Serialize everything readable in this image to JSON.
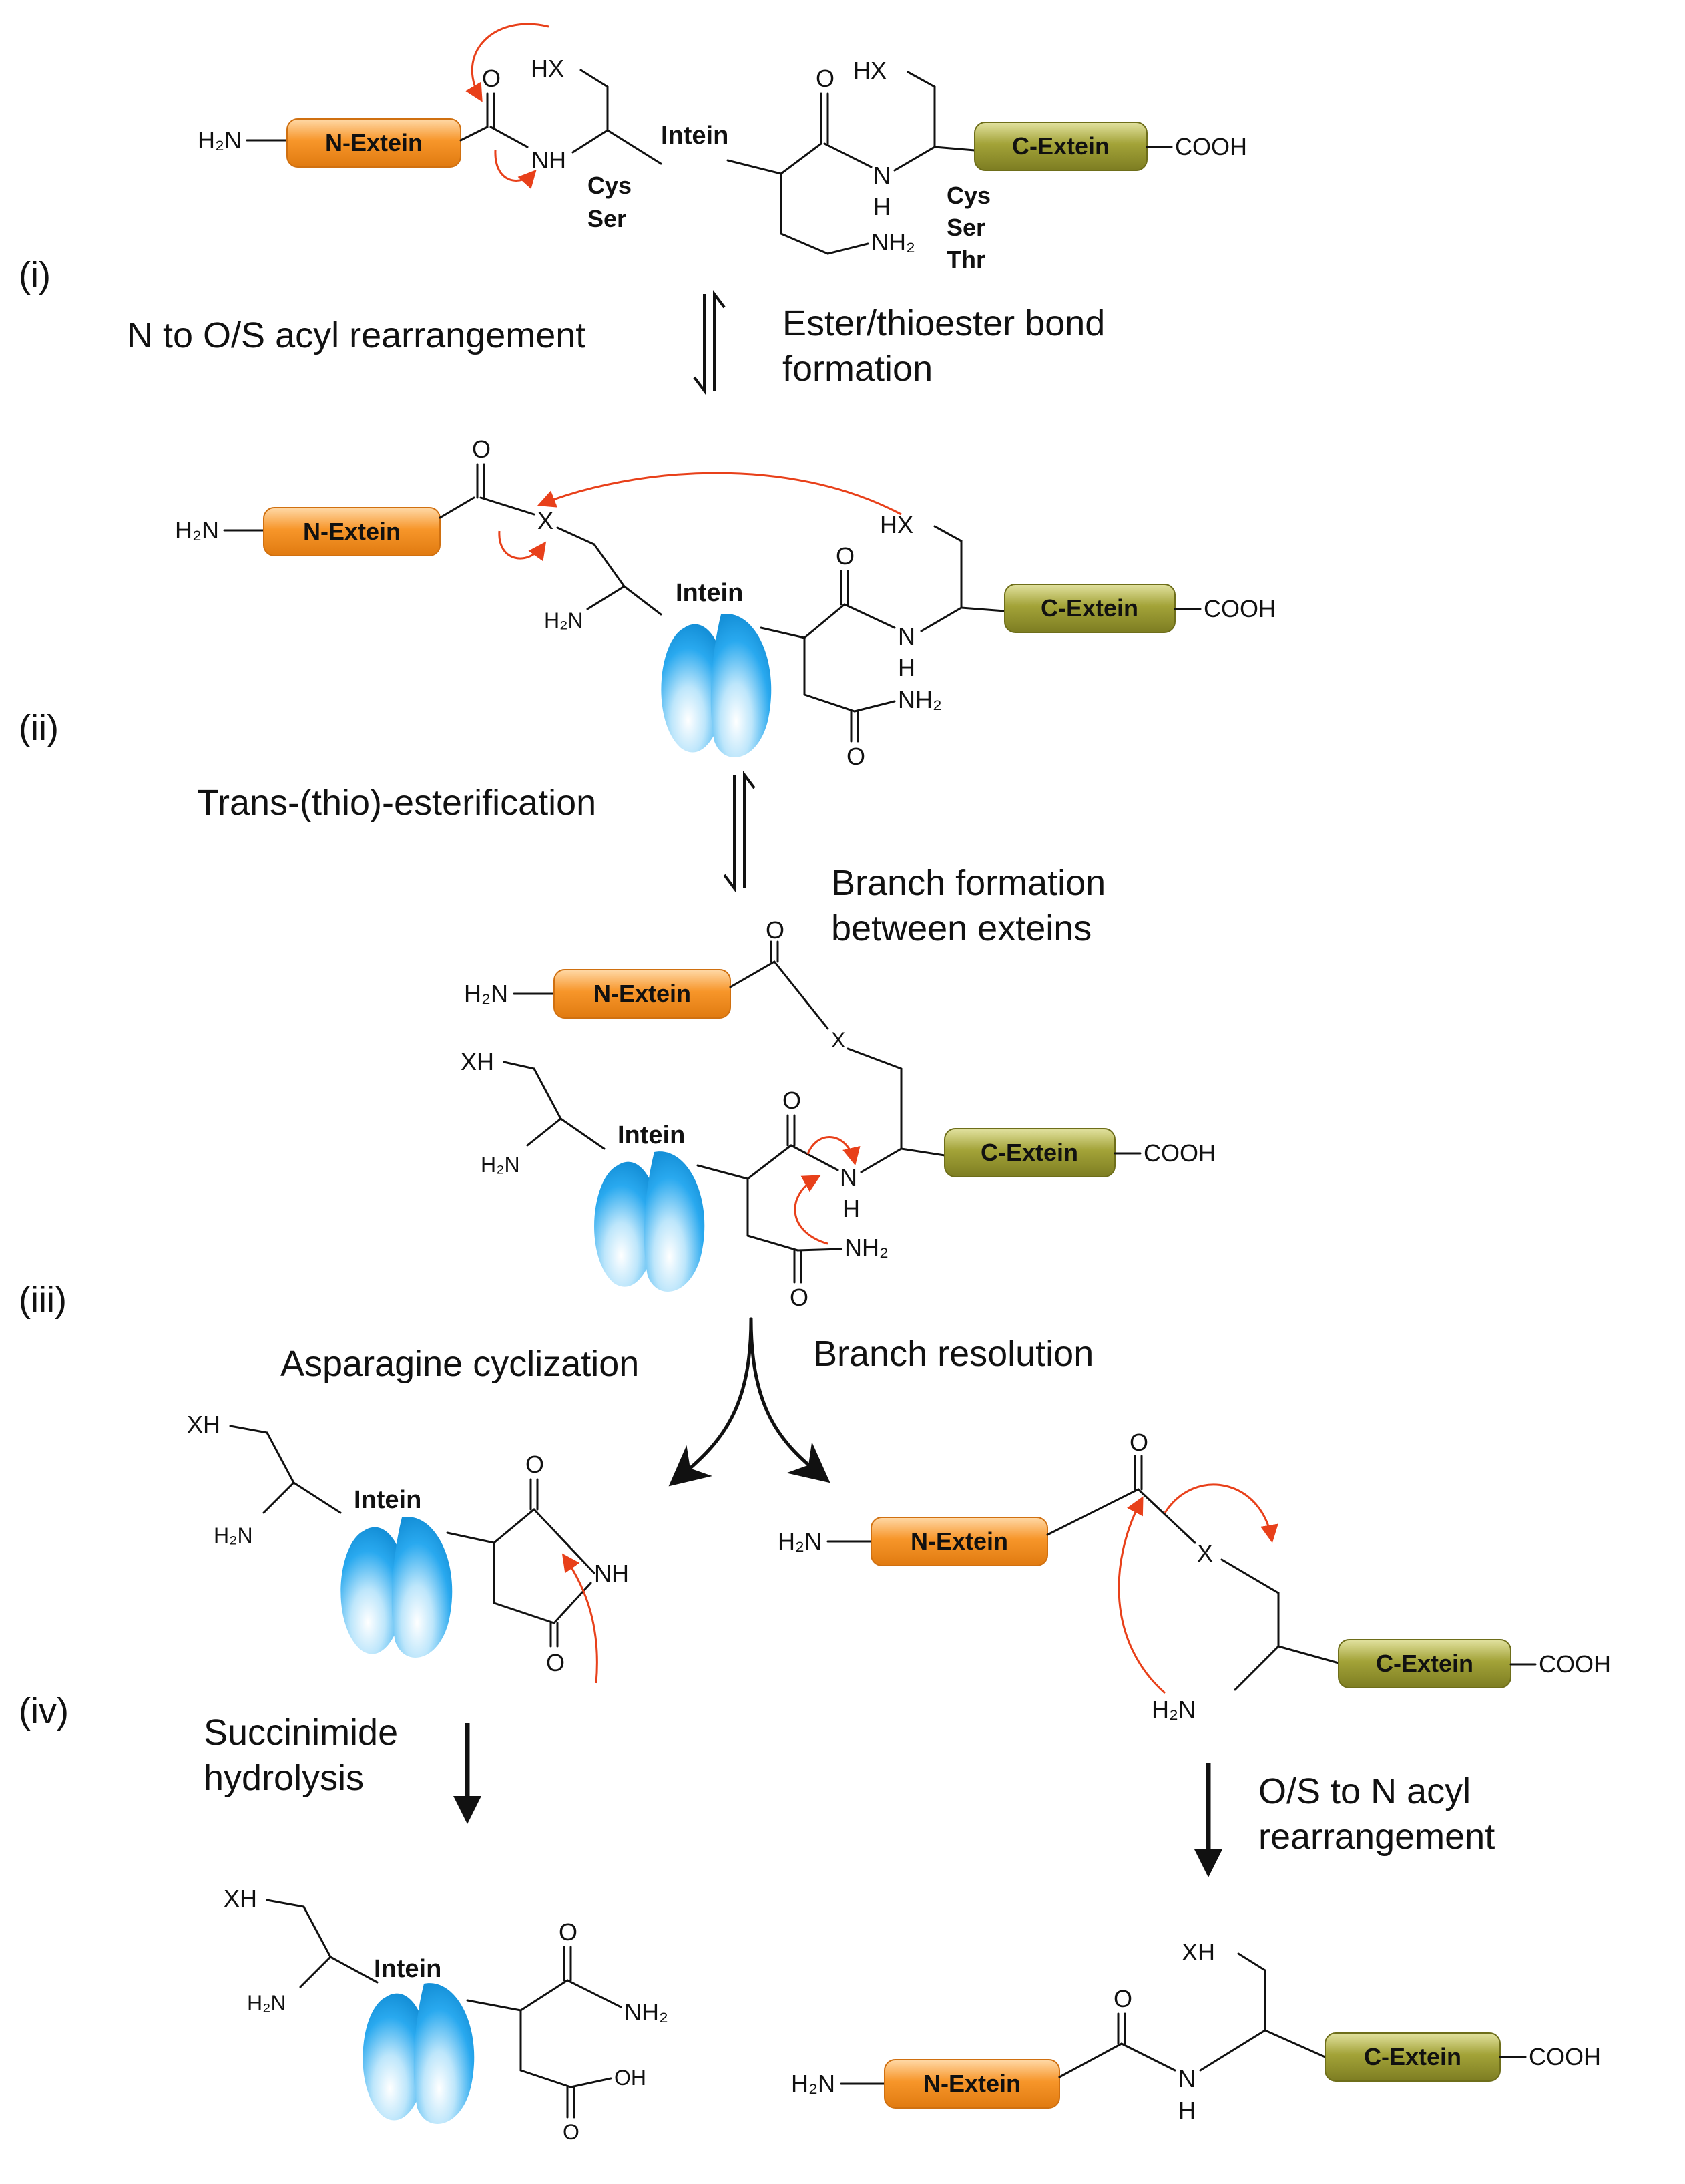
{
  "colors": {
    "n_extein": "#f7962a",
    "c_extein": "#9a9a2e",
    "intein": "#29a9ef",
    "curved_arrow": "#e8401a",
    "text": "#111111"
  },
  "labels": {
    "n_extein": "N-Extein",
    "c_extein": "C-Extein",
    "intein": "Intein"
  },
  "atoms": {
    "h2n": "H₂N",
    "nh2": "NH₂",
    "cooh": "COOH",
    "o": "O",
    "nh": "NH",
    "n": "N",
    "h": "H",
    "hx": "HX",
    "xh": "XH",
    "x": "X",
    "oh": "OH"
  },
  "residues": {
    "n_term": [
      "Cys",
      "Ser"
    ],
    "c_term": [
      "Cys",
      "Ser",
      "Thr"
    ]
  },
  "steps": {
    "i": "(i)",
    "ii": "(ii)",
    "iii": "(iii)",
    "iv": "(iv)"
  },
  "captions": {
    "n_to_os": "N to O/S acyl rearrangement",
    "ester_1": "Ester/thioester bond",
    "ester_2": "formation",
    "trans": "Trans-(thio)-esterification",
    "branch_1": "Branch formation",
    "branch_2": "between exteins",
    "asn_cycl": "Asparagine cyclization",
    "branch_res": "Branch resolution",
    "succ_1": "Succinimide",
    "succ_2": "hydrolysis",
    "os_to_n_1": "O/S to N acyl",
    "os_to_n_2": "rearrangement"
  }
}
